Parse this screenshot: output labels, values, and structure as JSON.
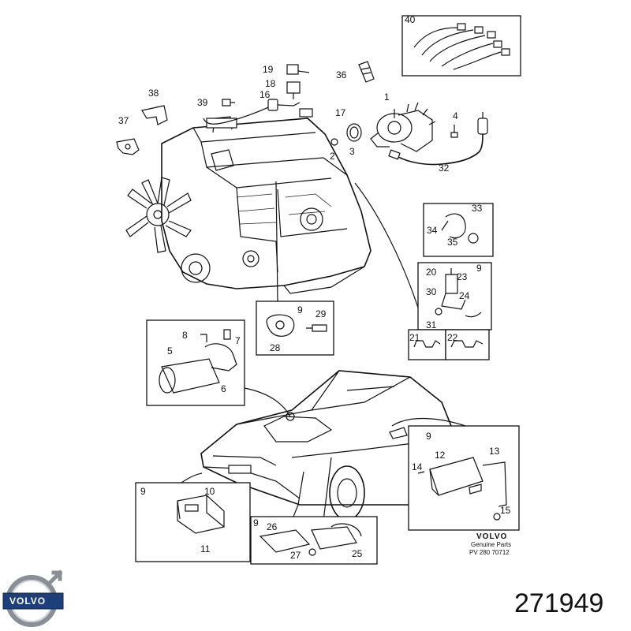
{
  "callouts": {
    "c1": "1",
    "c2": "2",
    "c3": "3",
    "c4": "4",
    "c5": "5",
    "c6": "6",
    "c7": "7",
    "c8": "8",
    "c9a": "9",
    "c9b": "9",
    "c9c": "9",
    "c9d": "9",
    "c9e": "9",
    "c10": "10",
    "c11": "11",
    "c12": "12",
    "c13": "13",
    "c14": "14",
    "c15": "15",
    "c16": "16",
    "c17": "17",
    "c18": "18",
    "c19": "19",
    "c20": "20",
    "c21": "21",
    "c22": "22",
    "c23": "23",
    "c24": "24",
    "c25": "25",
    "c26": "26",
    "c27": "27",
    "c28": "28",
    "c29": "29",
    "c30": "30",
    "c31": "31",
    "c32": "32",
    "c33": "33",
    "c34": "34",
    "c35": "35",
    "c36": "36",
    "c37": "37",
    "c38": "38",
    "c39": "39",
    "c40": "40"
  },
  "stamp": {
    "brand": "VOLVO",
    "line1": "Genuine Parts",
    "line2": "PV 280 70712"
  },
  "logo": {
    "wordmark": "VOLVO"
  },
  "part_number": "271949"
}
